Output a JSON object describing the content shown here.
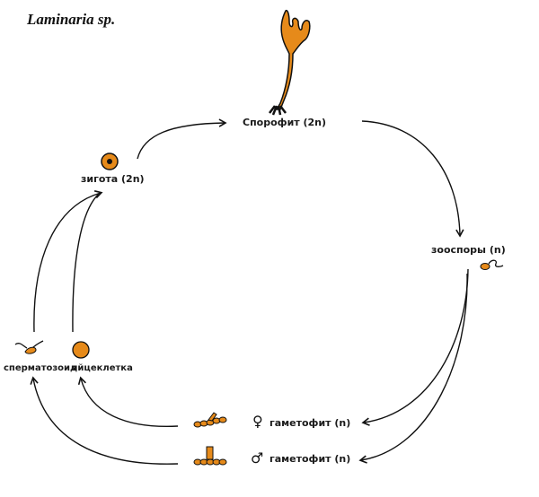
{
  "title": "Laminaria sp.",
  "colors": {
    "organism_fill": "#e68a1a",
    "outline": "#111111",
    "arrow": "#111111"
  },
  "nodes": {
    "sporophyte": {
      "label": "Спорофит (2n)"
    },
    "zoospores": {
      "label": "зооспоры (n)"
    },
    "female_gametophyte": {
      "symbol": "♀",
      "label": "гаметофит (n)"
    },
    "male_gametophyte": {
      "symbol": "♂",
      "label": "гаметофит (n)"
    },
    "sperm": {
      "label": "сперматозоид"
    },
    "egg": {
      "label": "яйцеклетка"
    },
    "zygote": {
      "label": "зигота (2n)"
    }
  },
  "edges": [
    {
      "from": "zygote",
      "to": "sporophyte"
    },
    {
      "from": "sporophyte",
      "to": "zoospores"
    },
    {
      "from": "zoospores",
      "to": "female_gametophyte"
    },
    {
      "from": "zoospores",
      "to": "male_gametophyte"
    },
    {
      "from": "female_gametophyte",
      "to": "egg"
    },
    {
      "from": "male_gametophyte",
      "to": "sperm"
    },
    {
      "from": "sperm",
      "to": "zygote"
    },
    {
      "from": "egg",
      "to": "zygote"
    }
  ]
}
